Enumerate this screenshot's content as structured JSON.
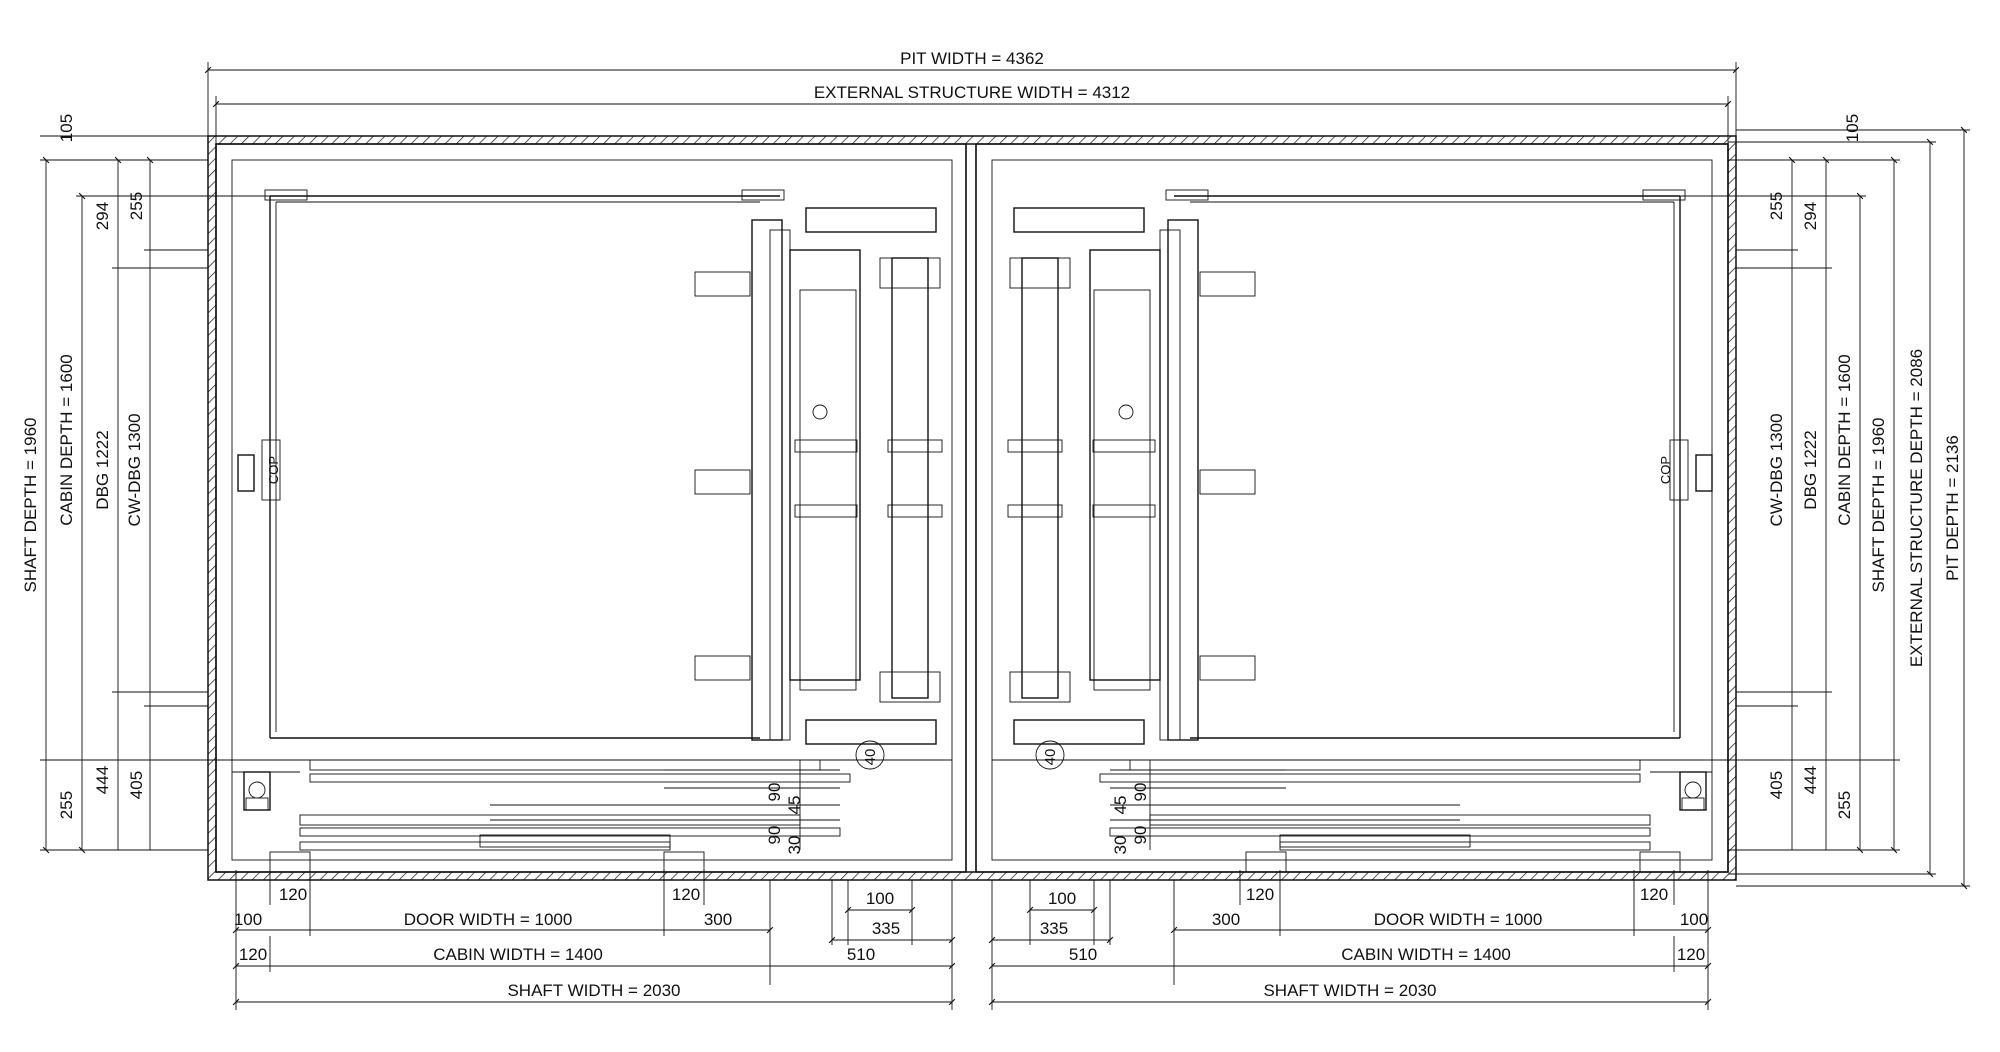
{
  "top": {
    "pit_width": "PIT WIDTH = 4362",
    "external_structure_width": "EXTERNAL STRUCTURE WIDTH = 4312"
  },
  "left": {
    "v105": "105",
    "v255_top": "255",
    "v294": "294",
    "shaft_depth": "SHAFT DEPTH = 1960",
    "cabin_depth": "CABIN DEPTH = 1600",
    "dbg": "DBG 1222",
    "cw_dbg": "CW-DBG 1300",
    "v444": "444",
    "v405": "405",
    "v255_bottom": "255",
    "cop": "COP"
  },
  "right": {
    "v105": "105",
    "v255_top": "255",
    "v294": "294",
    "cw_dbg": "CW-DBG 1300",
    "dbg": "DBG 1222",
    "cabin_depth": "CABIN DEPTH = 1600",
    "shaft_depth": "SHAFT DEPTH = 1960",
    "external_structure_depth": "EXTERNAL STRUCTURE DEPTH = 2086",
    "pit_depth": "PIT DEPTH = 2136",
    "v405": "405",
    "v444": "444",
    "v255_bottom": "255",
    "cop": "COP"
  },
  "inner": {
    "left": {
      "v90a": "90",
      "v45": "45",
      "v90b": "90",
      "v30": "30",
      "tag": "40"
    },
    "right": {
      "v45": "45",
      "v90a": "90",
      "v30": "30",
      "v90b": "90",
      "tag": "40"
    }
  },
  "bottom_left": {
    "v120_a": "120",
    "v120_b": "120",
    "v100": "100",
    "door_width": "DOOR WIDTH = 1000",
    "v300": "300",
    "v100_mid": "100",
    "v335": "335",
    "v120_side": "120",
    "cabin_width": "CABIN WIDTH = 1400",
    "v510": "510",
    "shaft_width": "SHAFT WIDTH = 2030"
  },
  "bottom_right": {
    "v100_mid": "100",
    "v120_a": "120",
    "v120_b": "120",
    "v335": "335",
    "v300": "300",
    "door_width": "DOOR WIDTH = 1000",
    "v100": "100",
    "v510": "510",
    "cabin_width": "CABIN WIDTH = 1400",
    "v120_side": "120",
    "shaft_width": "SHAFT WIDTH = 2030"
  }
}
